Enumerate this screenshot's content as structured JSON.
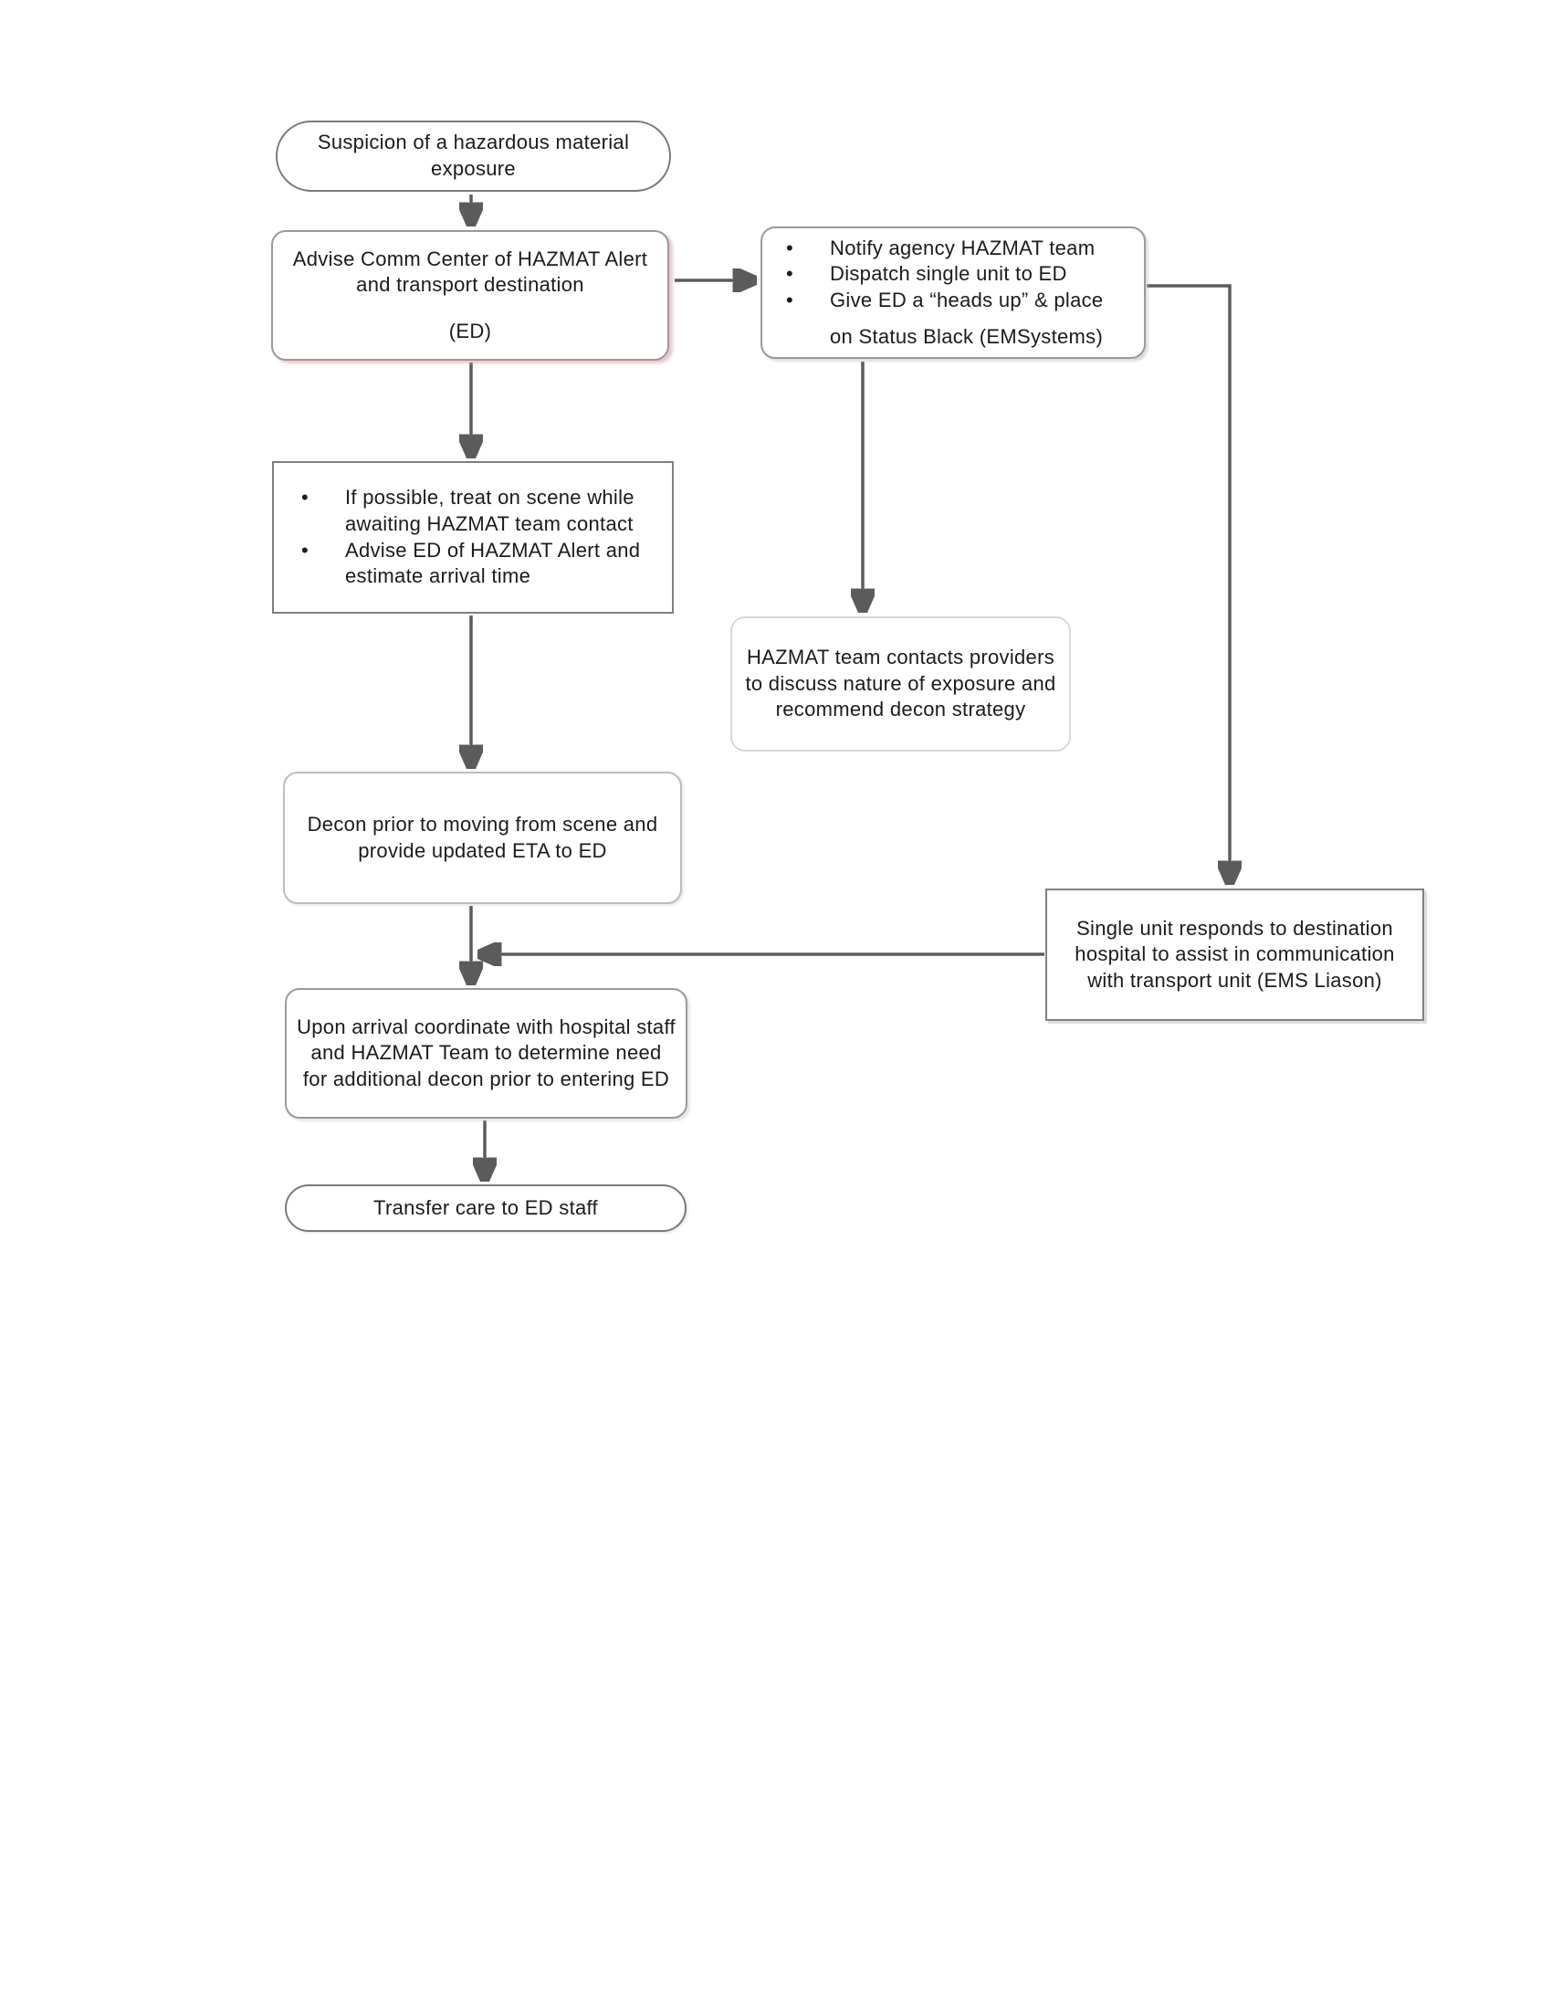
{
  "glyphs": {
    "bullet": "•"
  },
  "colors": {
    "connector_line": "#5b5b5b",
    "box_border": "#7f7f7f",
    "rounded_border": "#999999",
    "light_border": "#d9d9d9",
    "advise_shadow_pink": "#d59ca6",
    "text": "#1b1b1b",
    "background": "#ffffff"
  },
  "flowchart": {
    "nodes": {
      "suspicion": {
        "text": "Suspicion of a hazardous material exposure"
      },
      "advise": {
        "line1": "Advise Comm Center of HAZMAT Alert and transport destination",
        "line2": "(ED)"
      },
      "notify": {
        "bullets": [
          "Notify agency HAZMAT team",
          "Dispatch single unit to ED",
          "Give ED a “heads up” & place"
        ],
        "continuation": "on Status Black (EMSystems)"
      },
      "treat": {
        "bullets": [
          "If possible, treat on scene while awaiting HAZMAT team contact",
          "Advise ED of HAZMAT Alert and estimate arrival time"
        ]
      },
      "hazmat_contacts": {
        "text": "HAZMAT team contacts providers to discuss nature of exposure and recommend decon strategy"
      },
      "decon": {
        "text": "Decon prior to moving from scene and provide updated ETA to ED"
      },
      "single_unit": {
        "text": "Single unit responds to destination hospital to assist in communication with transport unit (EMS Liason)"
      },
      "upon_arrival": {
        "text": "Upon arrival coordinate with hospital staff and HAZMAT Team to determine need for additional decon prior to entering ED"
      },
      "transfer": {
        "text": "Transfer care to ED staff"
      }
    }
  }
}
